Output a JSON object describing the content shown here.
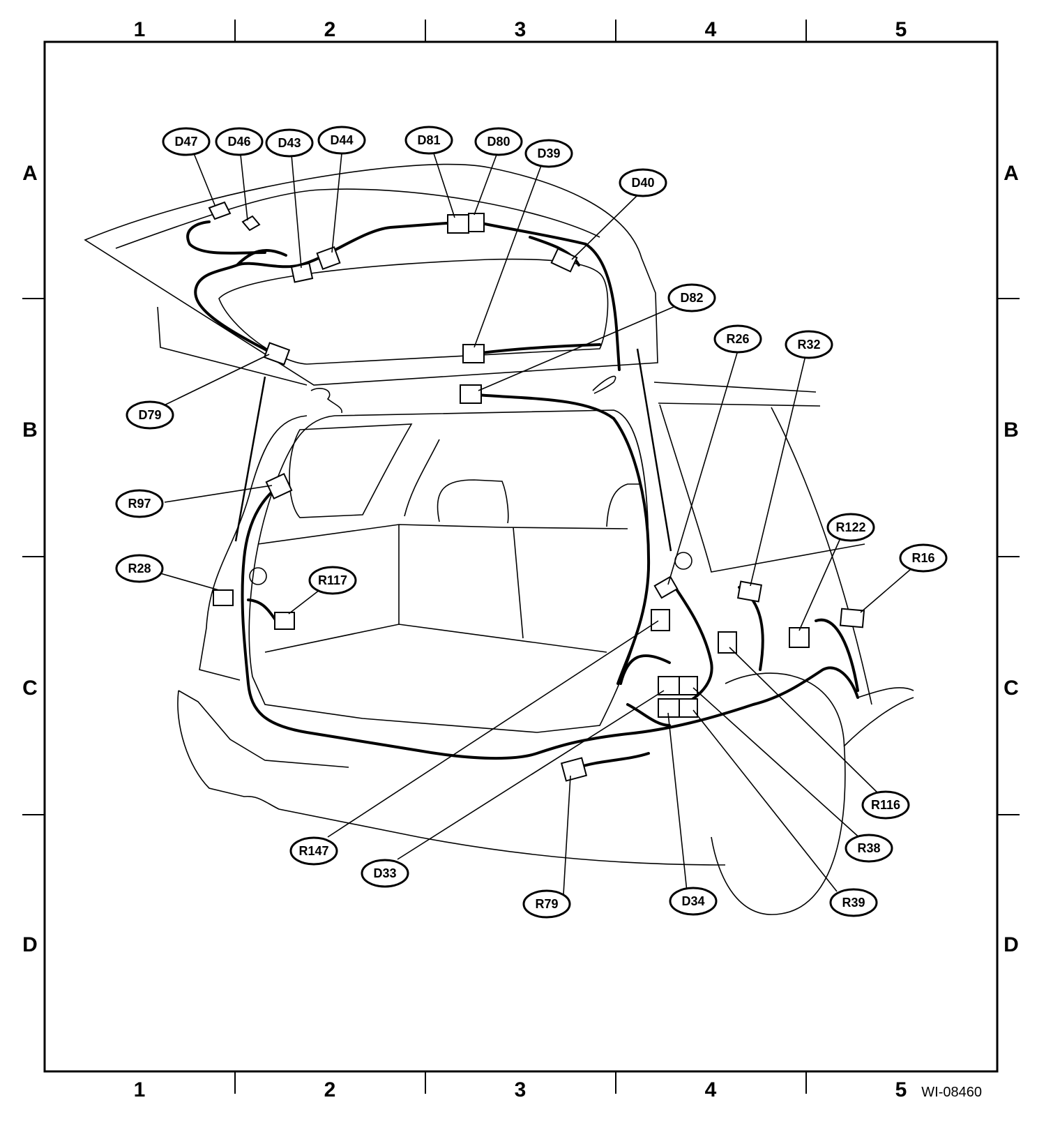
{
  "figure_id": "WI-08460",
  "grid": {
    "columns": [
      "1",
      "2",
      "3",
      "4",
      "5"
    ],
    "rows": [
      "A",
      "B",
      "C",
      "D"
    ]
  },
  "connectors": {
    "D47": "D47",
    "D46": "D46",
    "D43": "D43",
    "D44": "D44",
    "D81": "D81",
    "D80": "D80",
    "D39": "D39",
    "D40": "D40",
    "D82": "D82",
    "D79": "D79",
    "R26": "R26",
    "R32": "R32",
    "R97": "R97",
    "R28": "R28",
    "R117": "R117",
    "R122": "R122",
    "R16": "R16",
    "R116": "R116",
    "R38": "R38",
    "R39": "R39",
    "R147": "R147",
    "D33": "D33",
    "R79": "R79",
    "D34": "D34"
  },
  "colors": {
    "line": "#000000",
    "background": "#ffffff"
  }
}
